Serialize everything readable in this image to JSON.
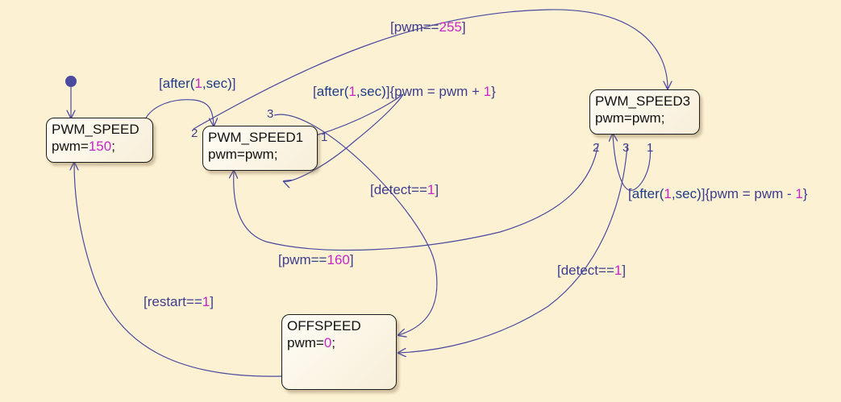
{
  "states": {
    "pwm_speed": {
      "name": "PWM_SPEED",
      "action_pre": "pwm=",
      "action_num": "150",
      "action_post": ";"
    },
    "pwm_speed1": {
      "name": "PWM_SPEED1",
      "action": "pwm=pwm;"
    },
    "pwm_speed3": {
      "name": "PWM_SPEED3",
      "action": "pwm=pwm;"
    },
    "offspeed": {
      "name": "OFFSPEED",
      "action_pre": "pwm=",
      "action_num": "0",
      "action_post": ";"
    }
  },
  "transitions": {
    "pwm255": {
      "pre": "[pwm==",
      "num": "255",
      "post": "]"
    },
    "after1": {
      "pre": "[",
      "fn": "after(",
      "num": "1",
      "fn2": ",sec)",
      "post": "]"
    },
    "after_inc": {
      "pre": "[",
      "fn": "after(",
      "num": "1",
      "fn2": ",sec)",
      "mid": "]{pwm = pwm + ",
      "num2": "1",
      "post": "}"
    },
    "detect1_a": {
      "pre": "[detect==",
      "num": "1",
      "post": "]"
    },
    "after_dec": {
      "pre": "[",
      "fn": "after(",
      "num": "1",
      "fn2": ",sec)",
      "mid": "]{pwm = pwm - ",
      "num2": "1",
      "post": "}"
    },
    "pwm160": {
      "pre": "[pwm==",
      "num": "160",
      "post": "]"
    },
    "detect1_b": {
      "pre": "[detect==",
      "num": "1",
      "post": "]"
    },
    "restart1": {
      "pre": "[restart==",
      "num": "1",
      "post": "]"
    }
  },
  "priorities": {
    "s1_left": "2",
    "s1_top": "3",
    "s1_right": "1",
    "s3_a": "2",
    "s3_b": "3",
    "s3_c": "1"
  },
  "colors": {
    "background": "#fdf1d3",
    "wire": "#4a4aa0",
    "number": "#c626c6",
    "label": "#3d3d8f"
  }
}
